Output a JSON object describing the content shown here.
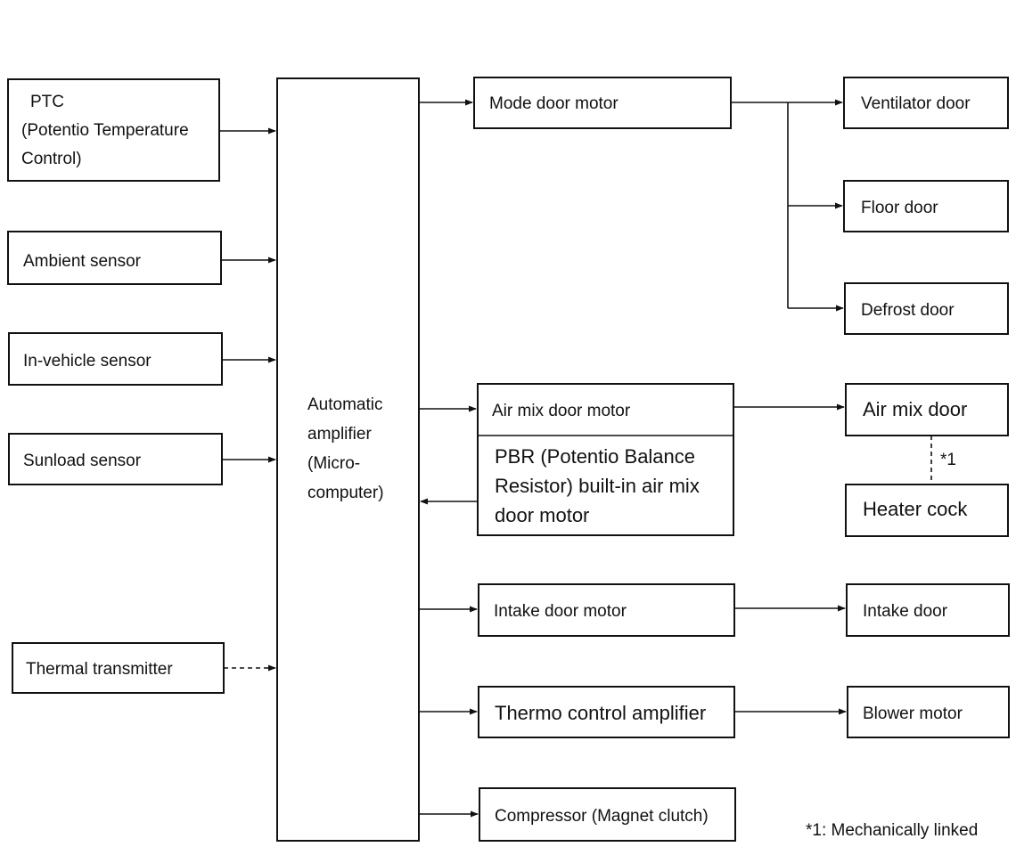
{
  "diagram": {
    "inputs": {
      "ptc": [
        "PTC",
        "(Potentio Temperature",
        "Control)"
      ],
      "ambient": "Ambient sensor",
      "in_vehicle": "In-vehicle sensor",
      "sunload": "Sunload sensor",
      "thermal": "Thermal transmitter"
    },
    "amplifier": [
      "Automatic",
      "amplifier",
      "(Micro-",
      "computer)"
    ],
    "actuators": {
      "mode_door_motor": "Mode door motor",
      "air_mix_door_motor": "Air mix door motor",
      "pbr": [
        "PBR (Potentio Balance",
        "Resistor) built-in air mix",
        "door motor"
      ],
      "intake_door_motor": "Intake door motor",
      "thermo_control_amplifier": "Thermo control amplifier",
      "compressor": "Compressor (Magnet clutch)"
    },
    "outputs": {
      "ventilator_door": "Ventilator door",
      "floor_door": "Floor door",
      "defrost_door": "Defrost door",
      "air_mix_door": "Air mix door",
      "heater_cock": "Heater cock",
      "intake_door": "Intake door",
      "blower_motor": "Blower motor"
    },
    "link_mark": "*1",
    "footnote": "*1:  Mechanically linked"
  }
}
